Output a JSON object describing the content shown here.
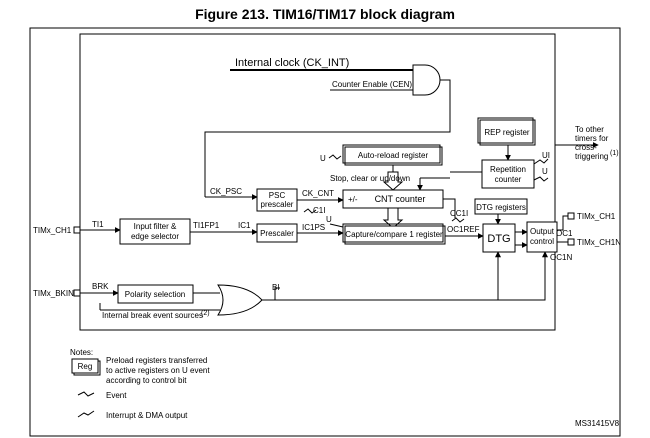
{
  "title": "Figure 213. TIM16/TIM17 block diagram",
  "blocks": {
    "internal_clock": "Internal clock (CK_INT)",
    "counter_enable": "Counter Enable (CEN)",
    "rep_register": "REP register",
    "to_other_timers": [
      "To other",
      "timers for",
      "cross-",
      "triggering"
    ],
    "to_other_timers_sup": "(1)",
    "auto_reload": "Auto-reload register",
    "stop_clear": "Stop, clear or up/down",
    "repetition_counter": [
      "Repetition",
      "counter"
    ],
    "psc_prescaler": [
      "PSC",
      "prescaler"
    ],
    "cnt_counter": "CNT counter",
    "cnt_pm": "+/-",
    "input_filter": [
      "Input filter &",
      "edge selector"
    ],
    "prescaler": "Prescaler",
    "capture_compare": "Capture/compare 1 register",
    "dtg_registers": "DTG registers",
    "dtg": "DTG",
    "output_control": [
      "Output",
      "control"
    ],
    "polarity_selection": "Polarity selection",
    "internal_break": "Internal break event sources",
    "internal_break_sup": "(2)"
  },
  "signals": {
    "ck_psc": "CK_PSC",
    "ck_cnt": "CK_CNT",
    "u": "U",
    "ui": "UI",
    "c1i": "C1I",
    "ti1": "TI1",
    "ti1fp1": "TI1FP1",
    "ic1": "IC1",
    "ic1ps": "IC1PS",
    "cc1i": "CC1I",
    "oc1ref": "OC1REF",
    "oc1": "OC1",
    "oc1n": "OC1N",
    "brk": "BRK",
    "bi": "BI"
  },
  "pins": {
    "timx_ch1_in": "TIMx_CH1",
    "timx_bkin": "TIMx_BKIN",
    "timx_ch1_out": "TIMx_CH1",
    "timx_ch1n": "TIMx_CH1N"
  },
  "notes": {
    "heading": "Notes:",
    "reg_box": "Reg",
    "reg_desc": [
      "Preload registers transferred",
      "to active registers on U event",
      "according to control bit"
    ],
    "event": "Event",
    "interrupt": "Interrupt & DMA output"
  },
  "figure_id": "MS31415V8"
}
